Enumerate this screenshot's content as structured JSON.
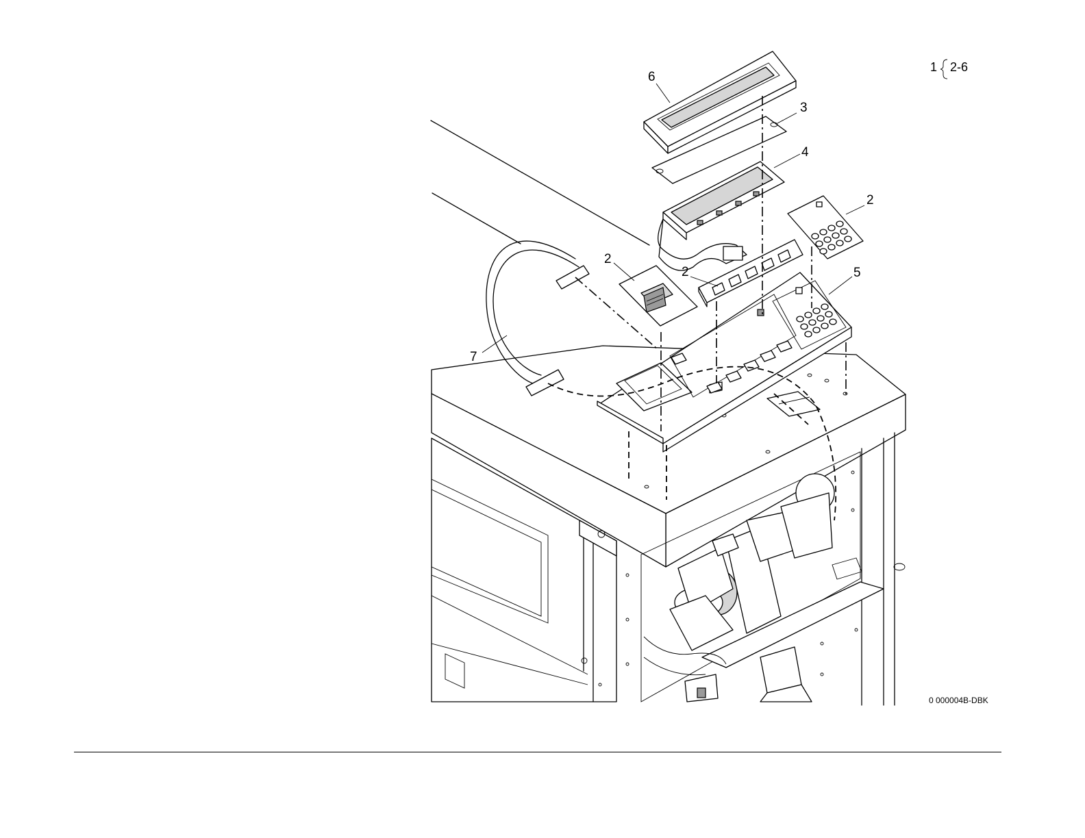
{
  "figure": {
    "reference": {
      "item": "1",
      "range": "2-6"
    },
    "callouts": [
      {
        "id": "c6",
        "text": "6"
      },
      {
        "id": "c3",
        "text": "3"
      },
      {
        "id": "c4",
        "text": "4"
      },
      {
        "id": "c2a",
        "text": "2"
      },
      {
        "id": "c2b",
        "text": "2"
      },
      {
        "id": "c2c",
        "text": "2"
      },
      {
        "id": "c5",
        "text": "5"
      },
      {
        "id": "c7",
        "text": "7"
      }
    ],
    "drawing_code": "0 000004B-DBK"
  }
}
